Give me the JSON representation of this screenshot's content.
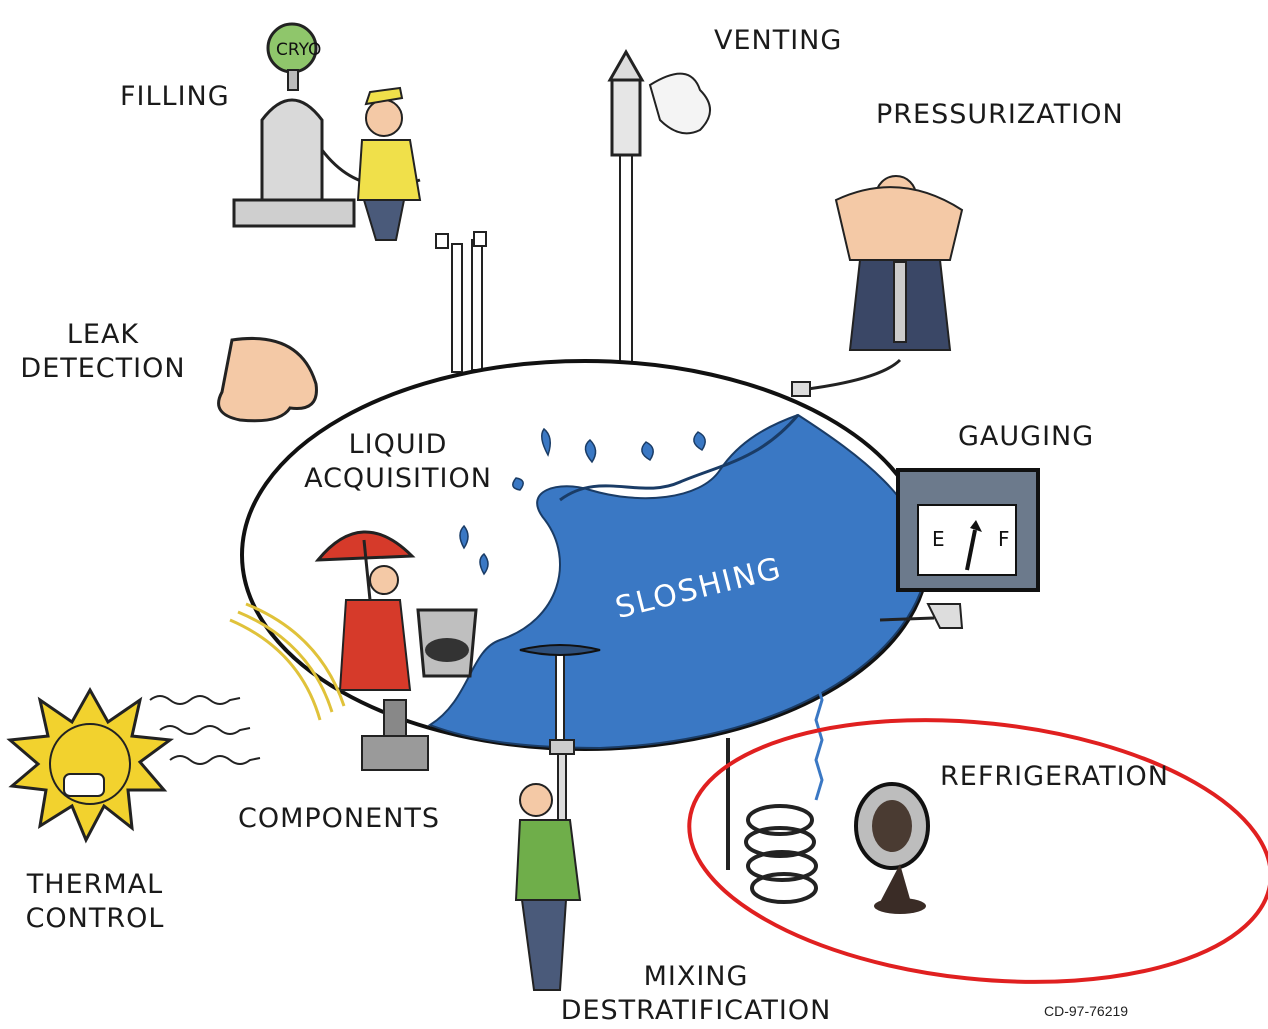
{
  "labels": {
    "venting": "VENTING",
    "filling": "FILLING",
    "pressurization": "PRESSURIZATION",
    "leak_detection_1": "LEAK",
    "leak_detection_2": "DETECTION",
    "liquid_acquisition_1": "LIQUID",
    "liquid_acquisition_2": "ACQUISITION",
    "gauging": "GAUGING",
    "sloshing": "SLOSHING",
    "refrigeration": "REFRIGERATION",
    "components": "COMPONENTS",
    "thermal_control_1": "THERMAL",
    "thermal_control_2": "CONTROL",
    "mixing_1": "MIXING",
    "mixing_2": "DESTRATIFICATION"
  },
  "cryo_sign": "CRYO",
  "gauge": {
    "empty": "E",
    "full": "F"
  },
  "reference_code": "CD-97-76219",
  "colors": {
    "liquid": "#3a78c4",
    "highlight": "#e02020",
    "sun": "#f2d22e",
    "shirt_yellow": "#f0e04a",
    "umbrella_red": "#d63a2a",
    "shirt_green": "#6fae4a",
    "skin": "#f4c9a6"
  },
  "icons": [
    "cryo-pump-icon",
    "rocket-vent-icon",
    "pump-man-icon",
    "nose-icon",
    "sun-icon",
    "valve-icon",
    "gauge-icon",
    "fan-icon",
    "coil-icon",
    "mixer-icon",
    "bucket-man-icon"
  ]
}
